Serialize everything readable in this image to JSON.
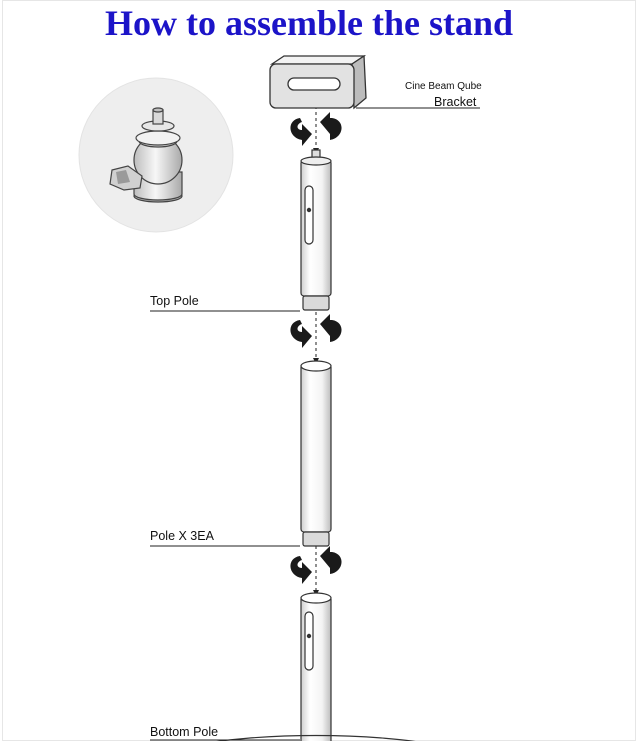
{
  "title": "How to assemble the stand",
  "labels": {
    "product_name": "Cine Beam Qube",
    "bracket": "Bracket",
    "top_pole": "Top Pole",
    "middle_pole": "Pole X 3EA",
    "bottom_pole": "Bottom Pole"
  },
  "colors": {
    "title": "#1c14c8",
    "line": "#222222",
    "arrow": "#1a1a1a",
    "inset_bg": "#eeeeee"
  },
  "icons": [
    "ball-head-mount-icon",
    "rotate-arrows-icon"
  ]
}
